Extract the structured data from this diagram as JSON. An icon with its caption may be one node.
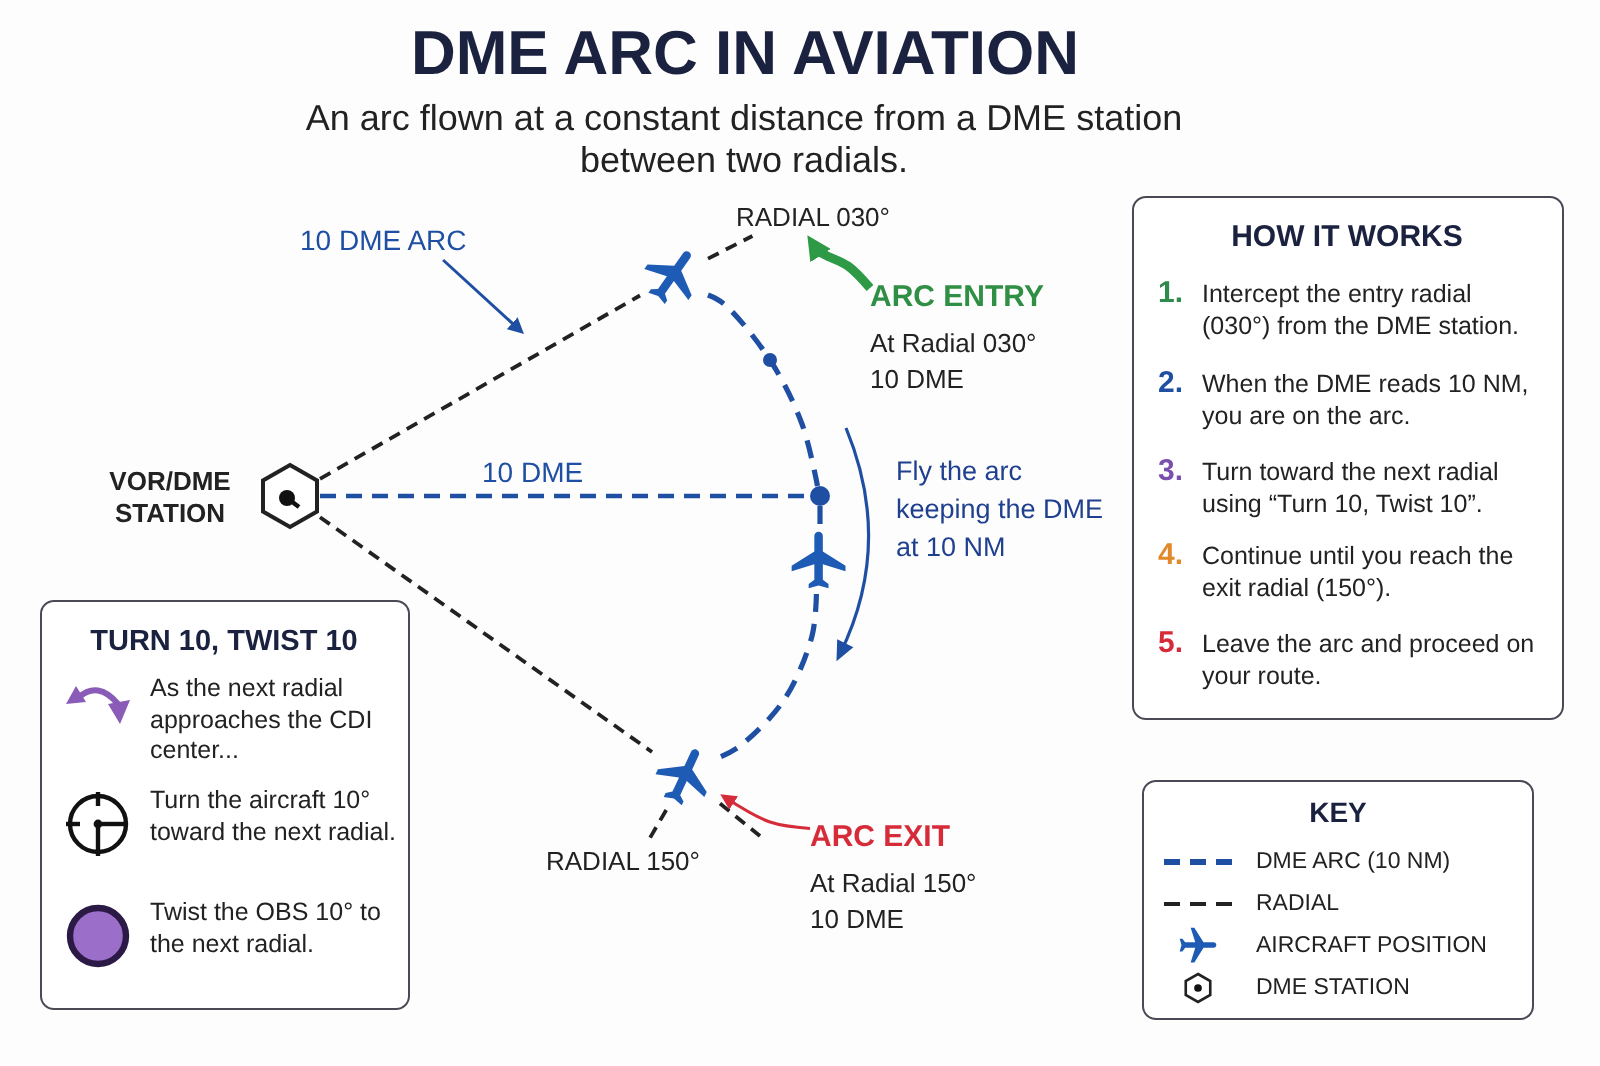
{
  "diagram": {
    "title": "DME ARC IN AVIATION",
    "nodes": [
      {
        "text": [
          "10 DME ARC"
        ]
      },
      {
        "text": [
          "RADIAL 030°"
        ]
      },
      {
        "text": [],
        "shape": "airplane"
      },
      {
        "text": [
          "ARC ENTRY",
          "At Radial 030°",
          "10 DME"
        ]
      },
      {
        "text": [],
        "shape": "hexagon",
        "beside": [
          "VOR/DME STATION"
        ]
      },
      {
        "text": [],
        "shape": "circle"
      },
      {
        "text": [],
        "shape": "airplane"
      },
      {
        "text": [],
        "shape": "airplane"
      },
      {
        "text": [
          "RADIAL 150°"
        ]
      },
      {
        "text": [
          "ARC EXIT",
          "At Radial 150°",
          "10 DME"
        ]
      },
      {
        "text": [
          "TURN 10, TWIST 10",
          "As the next radial approaches the CDI center...",
          "Turn the aircraft 10° toward the next radial.",
          "Twist the OBS 10° to the next radial."
        ]
      },
      {
        "text": [
          "HOW IT WORKS",
          "1.",
          "Intercept the entry radial (030°) from the DME station.",
          "2.",
          "When the DME reads 10 NM, you are on the arc.",
          "3.",
          "Turn toward the next radial using “Turn 10, Twist 10”.",
          "4.",
          "Continue until you reach the exit radial (150°).",
          "5.",
          "Leave the arc and proceed on your route."
        ]
      }
    ],
    "edges": [
      {
        "from": 0,
        "to": null,
        "arrow": "to",
        "color": "#1f4fa3"
      },
      {
        "from": 4,
        "to": 2,
        "arrow": "none",
        "style": "dashed",
        "color": "#222222"
      },
      {
        "from": 2,
        "to": 1,
        "arrow": "none",
        "style": "dashed",
        "color": "#222222"
      },
      {
        "from": 3,
        "to": 1,
        "arrow": "to",
        "style": "thick",
        "color": "#2f9a46"
      },
      {
        "from": 4,
        "to": 5,
        "arrow": "none",
        "style": "dashed",
        "color": "#1f4fa3",
        "label": "10 DME"
      },
      {
        "from": 2,
        "to": 5,
        "arrow": "none",
        "style": "dashed",
        "color": "#1f4fa3"
      },
      {
        "from": 5,
        "to": 6,
        "arrow": "none",
        "style": "dashed",
        "color": "#1f4fa3"
      },
      {
        "from": 6,
        "to": 7,
        "arrow": "none",
        "style": "dashed",
        "color": "#1f4fa3"
      },
      {
        "from": 4,
        "to": 7,
        "arrow": "none",
        "style": "dashed",
        "color": "#222222"
      },
      {
        "from": 7,
        "to": 8,
        "arrow": "none",
        "style": "dashed",
        "color": "#222222"
      },
      {
        "from": 7,
        "to": null,
        "arrow": "none",
        "style": "dashed",
        "color": "#222222"
      },
      {
        "from": 9,
        "to": 7,
        "arrow": "to",
        "color": "#d62c3a"
      }
    ],
    "labels": [
      "An arc flown at a constant distance from a DME station between two radials.",
      "Fly the arc keeping the DME at 10 NM",
      "KEY"
    ],
    "legend": [
      {
        "text": "DME ARC (10 NM)"
      },
      {
        "text": "RADIAL"
      },
      {
        "text": "AIRCRAFT POSITION"
      },
      {
        "text": "DME STATION"
      }
    ]
  }
}
